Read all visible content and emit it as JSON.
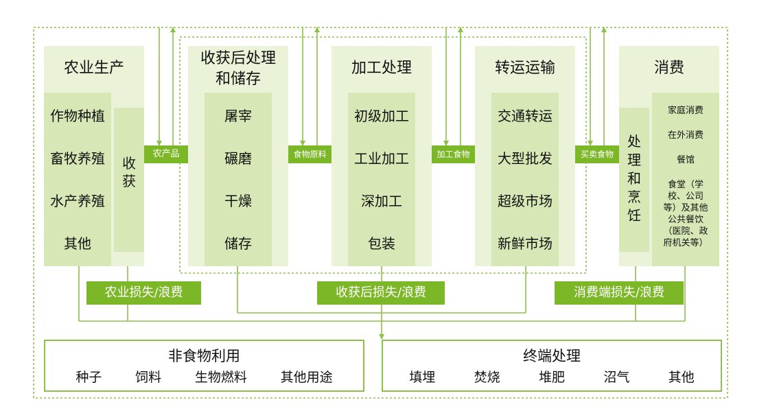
{
  "stages": {
    "production": {
      "title": "农业生产",
      "items": [
        "作物种植",
        "畜牧养殖",
        "水产养殖",
        "其他"
      ],
      "harvest": "收获"
    },
    "postharvest": {
      "title_line1": "收获后处理",
      "title_line2": "和储存",
      "items": [
        "屠宰",
        "碾磨",
        "干燥",
        "储存"
      ]
    },
    "processing": {
      "title": "加工处理",
      "items": [
        "初级加工",
        "工业加工",
        "深加工",
        "包装"
      ]
    },
    "transport": {
      "title": "转运运输",
      "items": [
        "交通转运",
        "大型批发",
        "超级市场",
        "新鲜市场"
      ]
    },
    "consumption": {
      "title": "消费",
      "cooking": [
        "处",
        "理",
        "和",
        "烹",
        "饪"
      ],
      "items": [
        "家庭消费",
        "在外消费",
        "餐馆"
      ],
      "canteen_lines": [
        "食堂（学",
        "校、公司",
        "等）及其他",
        "公共餐饮",
        "（医院、政",
        "府机关等）"
      ]
    }
  },
  "flows": [
    "农产品",
    "食物原料",
    "加工食物",
    "买卖食物"
  ],
  "losses": [
    "农业损失/浪费",
    "收获后损失/浪费",
    "消费端损失/浪费"
  ],
  "non_food": {
    "title": "非食物利用",
    "items": [
      "种子",
      "饲料",
      "生物燃料",
      "其他用途"
    ]
  },
  "end_treatment": {
    "title": "终端处理",
    "items": [
      "填埋",
      "焚烧",
      "堆肥",
      "沼气",
      "其他"
    ]
  },
  "colors": {
    "panel": "#eaf2d8",
    "inner": "#d7e7b5",
    "accent": "#7cb727",
    "line": "#8cc04a"
  }
}
